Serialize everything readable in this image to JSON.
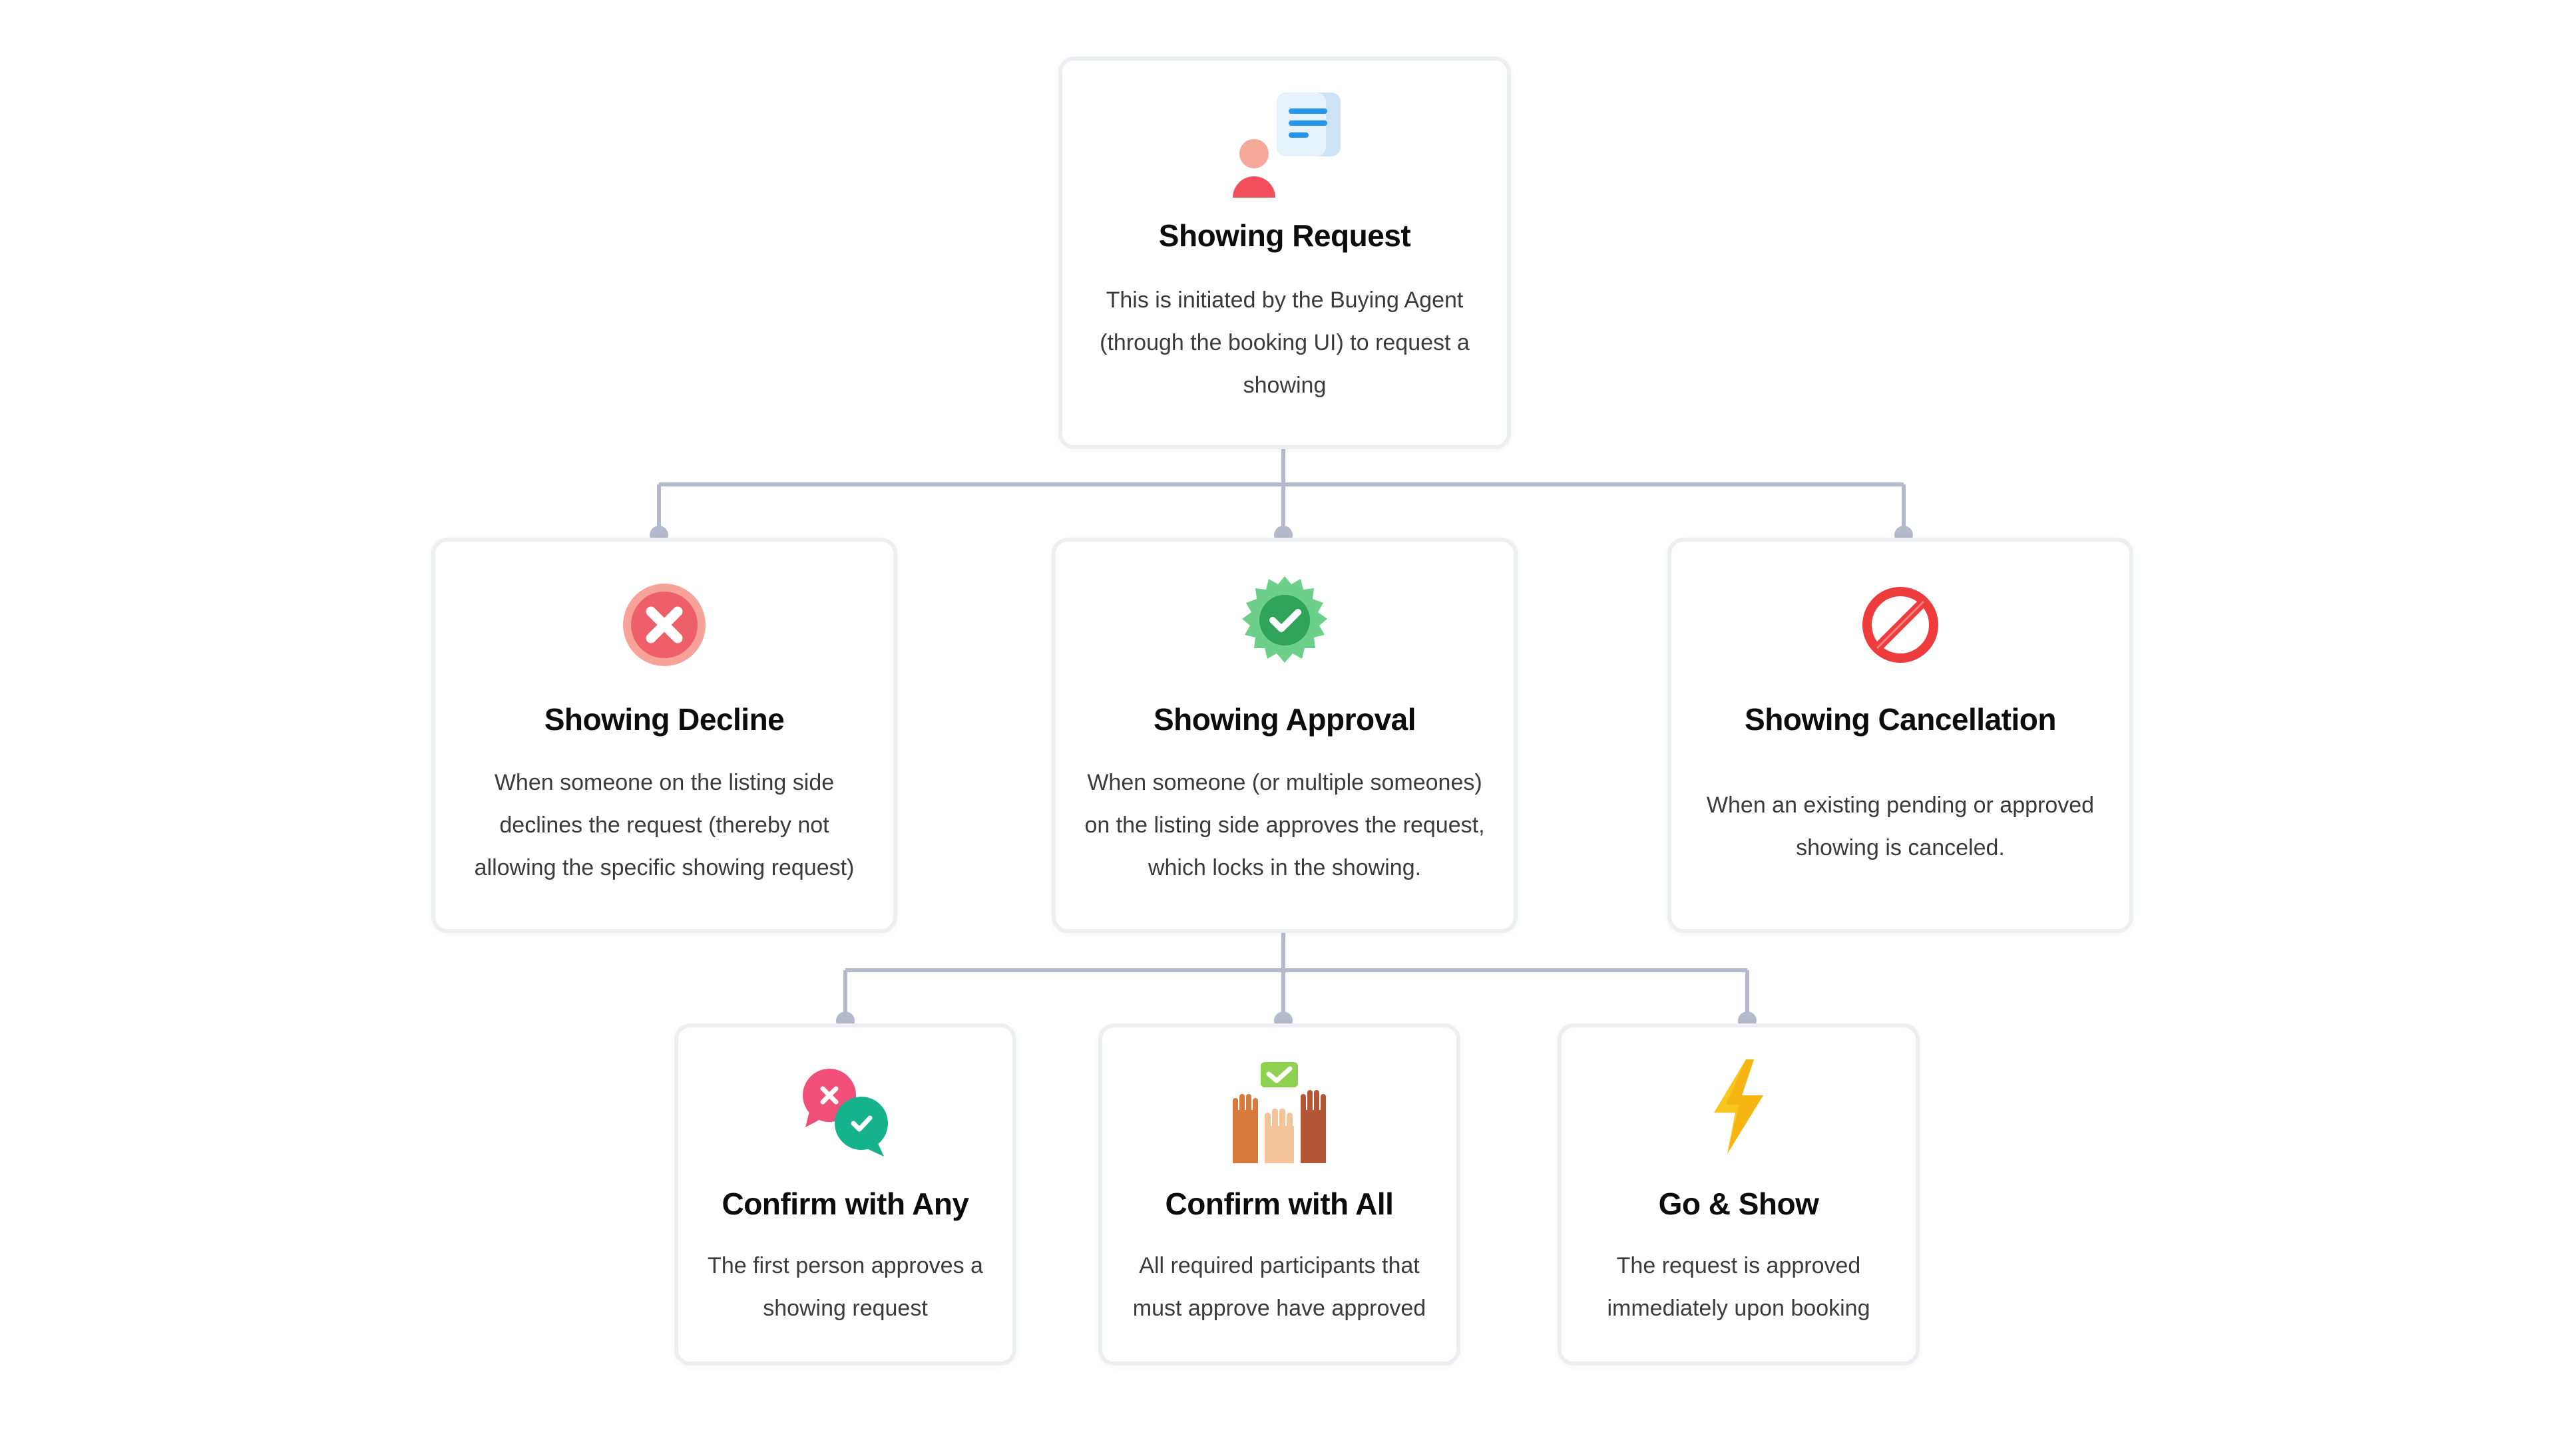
{
  "colors": {
    "connector": "#b4bacb",
    "card_border": "#eceef2",
    "decline_red": "#f06d72",
    "approval_green": "#6ccf8a",
    "cancel_red": "#ee3b3b",
    "bolt_yellow": "#f8c61c"
  },
  "root": {
    "icon": "chat-request-person-icon",
    "title": "Showing Request",
    "description": "This is initiated by the Buying Agent (through the booking UI) to request a showing"
  },
  "outcomes": [
    {
      "icon": "decline-x-badge-icon",
      "title": "Showing Decline",
      "description": "When someone on the listing side declines the request (thereby not allowing the specific showing request)"
    },
    {
      "icon": "approval-check-badge-icon",
      "title": "Showing Approval",
      "description": "When someone (or multiple someones) on the listing side approves the request, which locks in the showing."
    },
    {
      "icon": "cancel-prohibited-icon",
      "title": "Showing Cancellation",
      "description": "When an existing pending or approved showing is canceled."
    }
  ],
  "approval_modes": [
    {
      "icon": "chat-bubbles-icon",
      "title": "Confirm with Any",
      "description": "The first person approves a showing request"
    },
    {
      "icon": "raised-hands-icon",
      "title": "Confirm with All",
      "description": "All required participants that must approve have approved"
    },
    {
      "icon": "lightning-bolt-icon",
      "title": "Go & Show",
      "description": "The request is approved immediately upon booking"
    }
  ]
}
